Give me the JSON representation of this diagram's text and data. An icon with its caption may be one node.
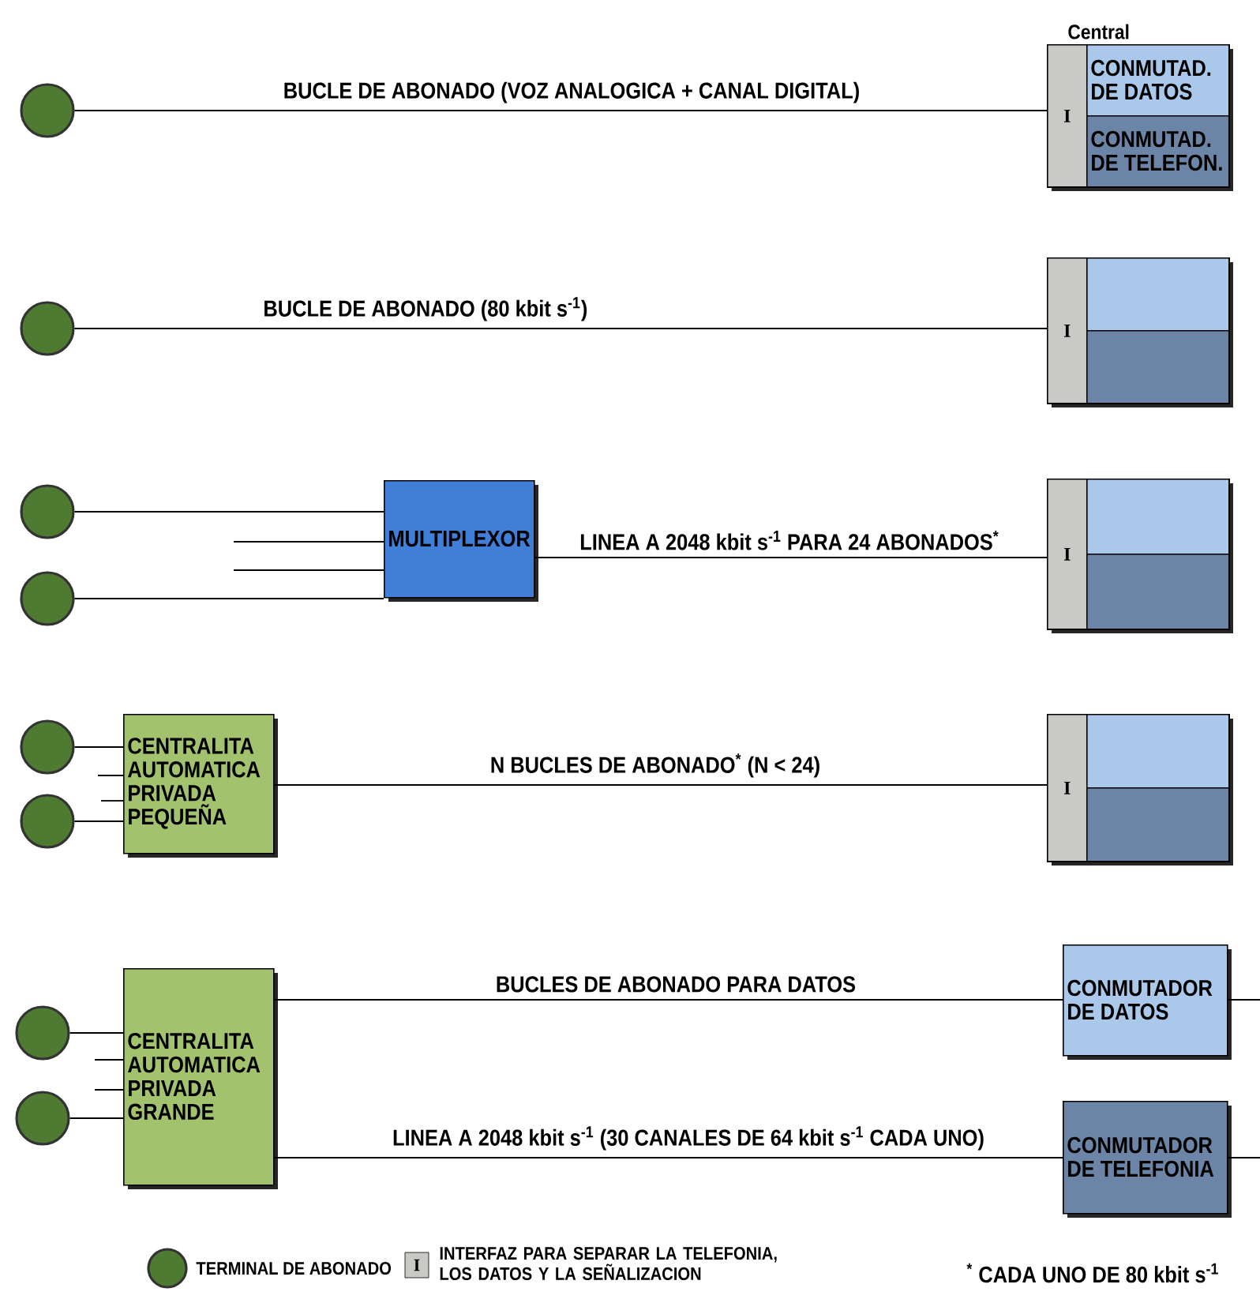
{
  "diagram": {
    "nodes": [
      {
        "text": [],
        "shape": "circle"
      },
      {
        "text": [
          "Central"
        ]
      },
      {
        "text": [
          "I"
        ],
        "in": 1
      },
      {
        "text": [
          "CONMUTAD. DE DATOS"
        ],
        "in": 1
      },
      {
        "text": [
          "CONMUTAD. DE TELEFON."
        ],
        "in": 1
      },
      {
        "text": [],
        "shape": "circle"
      },
      {
        "text": [],
        "shape": "box"
      },
      {
        "text": [
          "I"
        ],
        "in": 6
      },
      {
        "text": [],
        "shape": "box",
        "in": 6
      },
      {
        "text": [],
        "shape": "box",
        "in": 6
      },
      {
        "text": [],
        "shape": "circle"
      },
      {
        "text": [],
        "shape": "circle"
      },
      {
        "text": [
          "MULTIPLEXOR"
        ]
      },
      {
        "text": [],
        "shape": "box"
      },
      {
        "text": [
          "I"
        ],
        "in": 13
      },
      {
        "text": [],
        "shape": "box",
        "in": 13
      },
      {
        "text": [],
        "shape": "box",
        "in": 13
      },
      {
        "text": [],
        "shape": "circle"
      },
      {
        "text": [],
        "shape": "circle"
      },
      {
        "text": [
          "CENTRALITA AUTOMATICA PRIVADA PEQUEÑA"
        ]
      },
      {
        "text": [],
        "shape": "box"
      },
      {
        "text": [
          "I"
        ],
        "in": 20
      },
      {
        "text": [],
        "shape": "box",
        "in": 20
      },
      {
        "text": [],
        "shape": "box",
        "in": 20
      },
      {
        "text": [],
        "shape": "circle"
      },
      {
        "text": [],
        "shape": "circle"
      },
      {
        "text": [
          "CENTRALITA AUTOMATICA PRIVADA GRANDE"
        ]
      },
      {
        "text": [
          "CONMUTADOR DE DATOS"
        ]
      },
      {
        "text": [
          "CONMUTADOR DE TELEFONIA"
        ]
      }
    ],
    "edges": [
      {
        "from": 0,
        "to": 2,
        "arrow": "none",
        "label": "BUCLE DE ABONADO (VOZ ANALOGICA + CANAL DIGITAL)"
      },
      {
        "from": 5,
        "to": 7,
        "arrow": "none",
        "label": "BUCLE DE ABONADO (80 kbit s$^{-1}$)"
      },
      {
        "from": 10,
        "to": 12,
        "arrow": "none"
      },
      {
        "from": null,
        "to": 12,
        "arrow": "none"
      },
      {
        "from": null,
        "to": 12,
        "arrow": "none"
      },
      {
        "from": 11,
        "to": 12,
        "arrow": "none"
      },
      {
        "from": 12,
        "to": 14,
        "arrow": "none",
        "label": "LINEA A 2048 kbit s$^{-1}$ PARA 24 ABONADOS$^{*}$"
      },
      {
        "from": 17,
        "to": 19,
        "arrow": "none"
      },
      {
        "from": null,
        "to": 19,
        "arrow": "none"
      },
      {
        "from": null,
        "to": 19,
        "arrow": "none"
      },
      {
        "from": 18,
        "to": 19,
        "arrow": "none"
      },
      {
        "from": 19,
        "to": 21,
        "arrow": "none",
        "label": "N BUCLES DE ABONADO$^{*}$ (N < 24)"
      },
      {
        "from": 24,
        "to": 26,
        "arrow": "none"
      },
      {
        "from": null,
        "to": 26,
        "arrow": "none"
      },
      {
        "from": null,
        "to": 26,
        "arrow": "none"
      },
      {
        "from": 25,
        "to": 26,
        "arrow": "none"
      },
      {
        "from": 26,
        "to": 27,
        "arrow": "none",
        "label": "BUCLES DE ABONADO PARA DATOS"
      },
      {
        "from": 26,
        "to": 28,
        "arrow": "none",
        "label": "LINEA A 2048 kbit s$^{-1}$ (30 CANALES DE 64 kbit s$^{-1}$ CADA UNO)"
      },
      {
        "from": 27,
        "to": null,
        "arrow": "none"
      },
      {
        "from": 28,
        "to": null,
        "arrow": "none"
      }
    ],
    "labels": [
      "I",
      "$^{*}$ CADA UNO DE 80 kbit s$^{-1}$"
    ],
    "legend": [
      {
        "text": "TERMINAL DE ABONADO"
      },
      {
        "text": "INTERFAZ PARA SEPARAR LA TELEFONIA, LOS DATOS Y LA SEÑALIZACION"
      }
    ]
  }
}
